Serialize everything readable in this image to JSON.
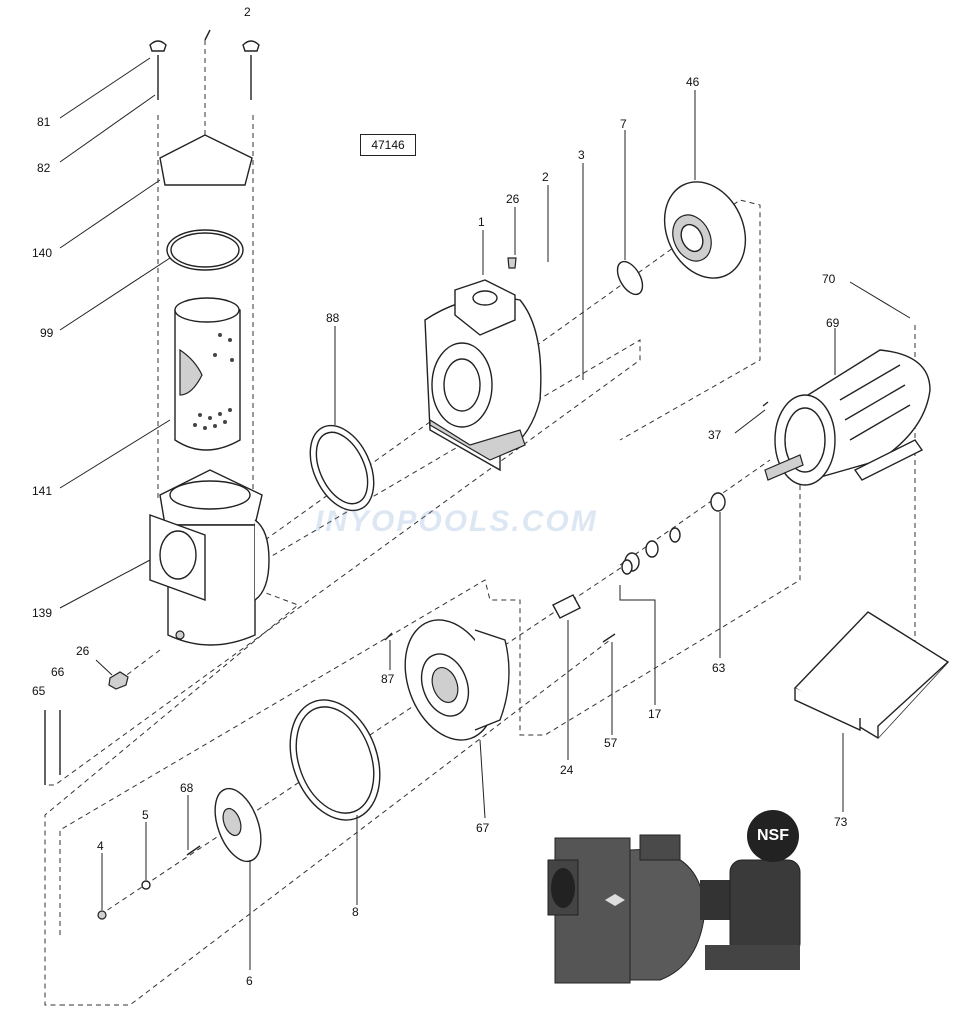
{
  "catalog_number": "47146",
  "badge": "NSF",
  "watermark": "INYOPOOLS.COM",
  "callouts": [
    {
      "id": "c2a",
      "label": "2"
    },
    {
      "id": "c81",
      "label": "81"
    },
    {
      "id": "c82",
      "label": "82"
    },
    {
      "id": "c140",
      "label": "140"
    },
    {
      "id": "c99",
      "label": "99"
    },
    {
      "id": "c141",
      "label": "141"
    },
    {
      "id": "c139",
      "label": "139"
    },
    {
      "id": "c26a",
      "label": "26"
    },
    {
      "id": "c66",
      "label": "66"
    },
    {
      "id": "c65",
      "label": "65"
    },
    {
      "id": "c88",
      "label": "88"
    },
    {
      "id": "c26b",
      "label": "26"
    },
    {
      "id": "c2b",
      "label": "2"
    },
    {
      "id": "c1",
      "label": "1"
    },
    {
      "id": "c3",
      "label": "3"
    },
    {
      "id": "c7",
      "label": "7"
    },
    {
      "id": "c46",
      "label": "46"
    },
    {
      "id": "c70",
      "label": "70"
    },
    {
      "id": "c69",
      "label": "69"
    },
    {
      "id": "c37",
      "label": "37"
    },
    {
      "id": "c63",
      "label": "63"
    },
    {
      "id": "c17",
      "label": "17"
    },
    {
      "id": "c87",
      "label": "87"
    },
    {
      "id": "c24",
      "label": "24"
    },
    {
      "id": "c57",
      "label": "57"
    },
    {
      "id": "c67",
      "label": "67"
    },
    {
      "id": "c73",
      "label": "73"
    },
    {
      "id": "c68",
      "label": "68"
    },
    {
      "id": "c5",
      "label": "5"
    },
    {
      "id": "c4",
      "label": "4"
    },
    {
      "id": "c6",
      "label": "6"
    },
    {
      "id": "c8",
      "label": "8"
    }
  ]
}
